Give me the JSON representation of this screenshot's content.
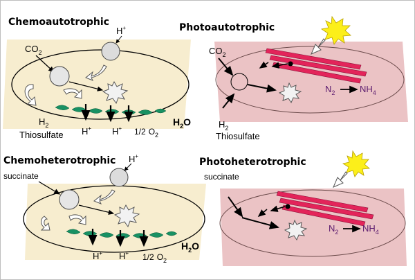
{
  "panels": {
    "chemoautotrophic": {
      "title": "Chemoautotrophic",
      "co2": "CO",
      "co2_sub": "2",
      "h_top": "H",
      "h_top_sup": "+",
      "h2": "H",
      "h2_sub": "2",
      "thiosulfate": "Thiosulfate",
      "h_bottom_1": "H",
      "h_bottom_1_sup": "+",
      "h_bottom_2": "H",
      "h_bottom_2_sup": "+",
      "o2_frac": "1/2",
      "o2": "O",
      "o2_sub": "2",
      "water": "H",
      "water_sub": "2",
      "water_o": "O"
    },
    "photoautotrophic": {
      "title": "Photoautotrophic",
      "co2": "CO",
      "co2_sub": "2",
      "h2": "H",
      "h2_sub": "2",
      "thiosulfate": "Thiosulfate",
      "n2": "N",
      "n2_sub": "2",
      "nh4": "NH",
      "nh4_sub": "4"
    },
    "chemoheterotrophic": {
      "title": "Chemoheterotrophic",
      "succinate": "succinate",
      "h_top": "H",
      "h_top_sup": "+",
      "h_bottom_1": "H",
      "h_bottom_1_sup": "+",
      "h_bottom_2": "H",
      "h_bottom_2_sup": "+",
      "o2_frac": "1/2",
      "o2": "O",
      "o2_sub": "2",
      "water": "H",
      "water_sub": "2",
      "water_o": "O"
    },
    "photoheterotrophic": {
      "title": "Photoheterotrophic",
      "succinate": "succinate",
      "n2": "N",
      "n2_sub": "2",
      "nh4": "NH",
      "nh4_sub": "4"
    }
  },
  "colors": {
    "cell_fill": "#f7edcf",
    "pink_panel": "#ebc3c5",
    "membrane_red": "#e3245a",
    "protein_green": "#189163",
    "sun_yellow": "#fcef1a",
    "label_purple": "#5a1a6e"
  }
}
